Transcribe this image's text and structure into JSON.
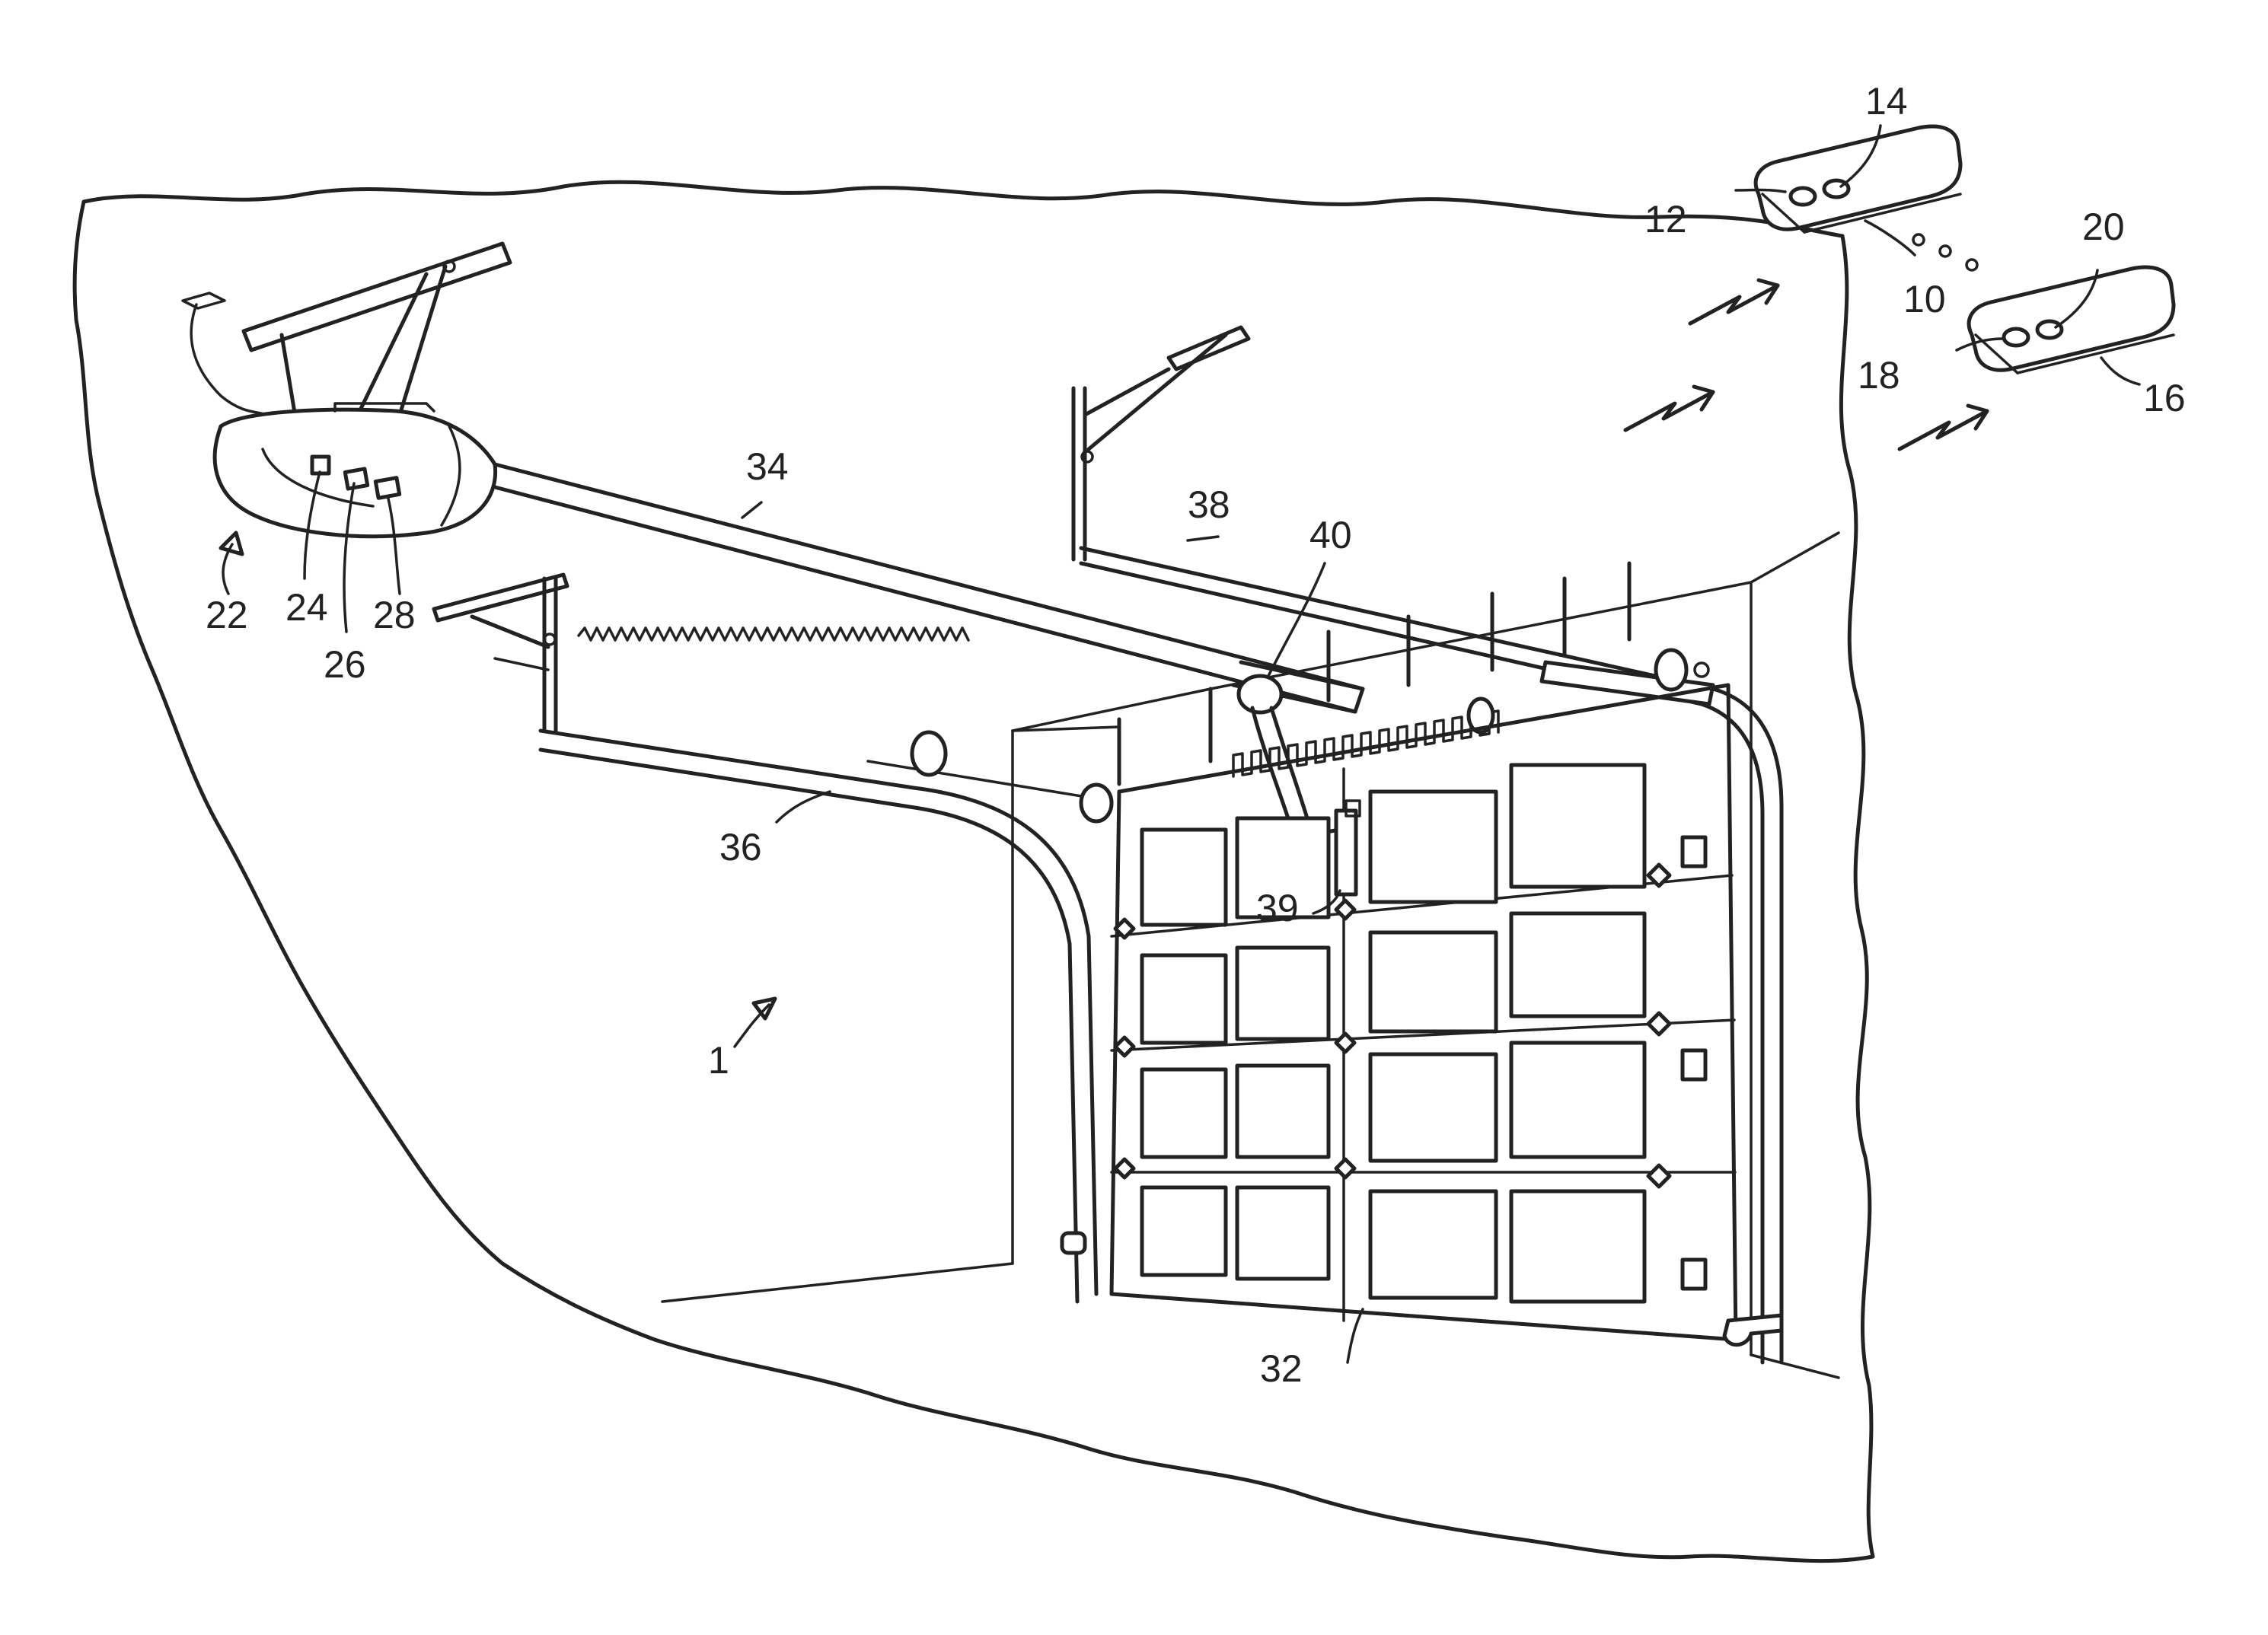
{
  "labels": {
    "system": "1",
    "remote_a": "10",
    "remote_a_button_1": "12",
    "remote_a_button_2": "14",
    "remote_b": "16",
    "remote_b_button_1": "18",
    "remote_b_button_2": "20",
    "opener_head": "22",
    "component_24": "24",
    "component_26": "26",
    "component_28": "28",
    "door": "32",
    "rail": "34",
    "track_left": "36",
    "track_right": "38",
    "sensor": "39",
    "arm": "40"
  }
}
